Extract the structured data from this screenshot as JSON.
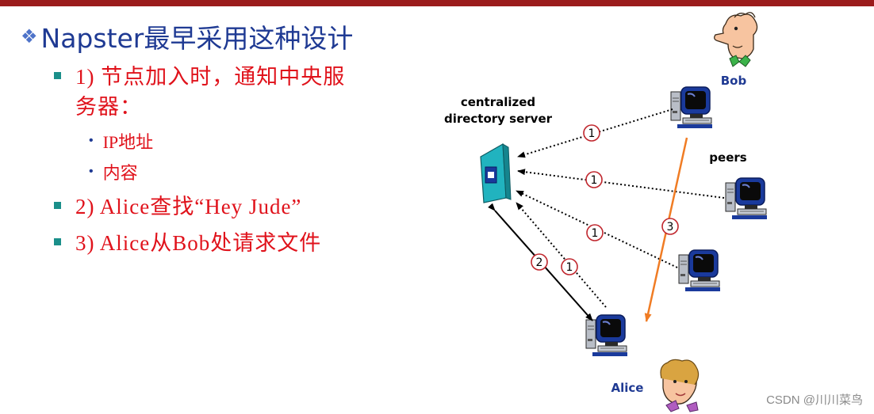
{
  "slide": {
    "title_bullet_icon": "diamond-bullet-icon",
    "title": "Napster最早采用这种设计",
    "bullets": [
      {
        "line1": "1) 节点加入时，通知中央服",
        "line2": "务器：",
        "sub": [
          "IP地址",
          "内容"
        ]
      },
      {
        "line1": "2) Alice查找“Hey Jude”"
      },
      {
        "line1": "3) Alice从Bob处请求文件"
      }
    ]
  },
  "diagram": {
    "server_label_line1": "centralized",
    "server_label_line2": "directory server",
    "peers_label": "peers",
    "bob_label": "Bob",
    "alice_label": "Alice",
    "steps": {
      "join": "1",
      "query": "2",
      "request": "3"
    },
    "colors": {
      "request_arrow": "#f07c24",
      "server": "#21b3bf",
      "monitor": "#1a3a9c",
      "step_circle": "#c0262d"
    }
  },
  "watermark": "CSDN @川川菜鸟"
}
